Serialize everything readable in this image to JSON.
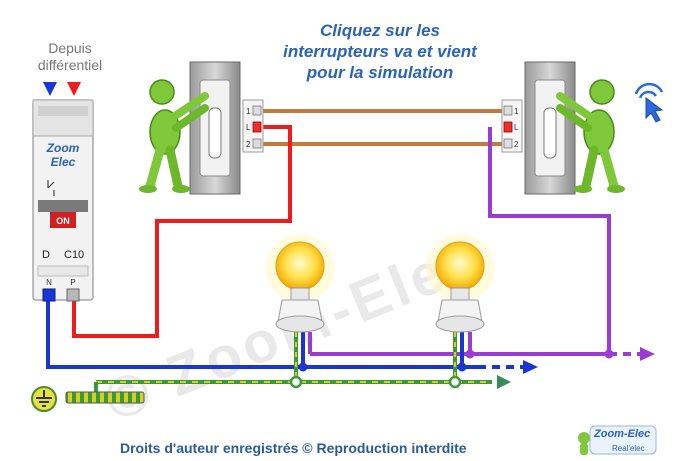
{
  "title": {
    "line1": "Cliquez sur les",
    "line2": "interrupteurs va et vient",
    "line3": "pour la simulation"
  },
  "source": {
    "line1": "Depuis",
    "line2": "différentiel"
  },
  "breaker": {
    "brand_line1": "Zoom",
    "brand_line2": "Elec",
    "on_label": "ON",
    "curve": "D",
    "rating": "C10",
    "terminal_n": "N",
    "terminal_p": "P"
  },
  "switch_terminals": {
    "t1": "1",
    "tL": "L",
    "t2": "2"
  },
  "watermark": "© Zoom-Elec",
  "footer": "Droits d'auteur enregistrés © Reproduction interdite",
  "logo": {
    "name": "Zoom-Elec",
    "tagline": "Real'elec"
  },
  "colors": {
    "phase": "#ee1c1c",
    "neutral": "#1836d8",
    "traveler": "#c47a3a",
    "return": "#9b3cd0",
    "earth_green": "#3a9a3a",
    "earth_yellow": "#d8d020",
    "title": "#2a63b8",
    "figure": "#7ec83a"
  },
  "icons": {
    "phase_arrow": "red-down-arrow-icon",
    "neutral_arrow": "blue-down-arrow-icon",
    "click_hint": "pointer-click-icon",
    "earth": "ground-icon"
  }
}
